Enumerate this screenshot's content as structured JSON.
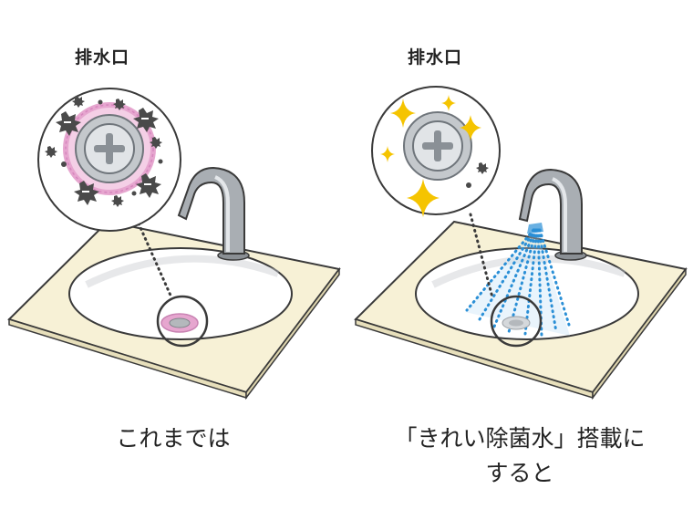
{
  "left_panel": {
    "drain_label": "排水口",
    "caption": "これまでは"
  },
  "right_panel": {
    "drain_label": "排水口",
    "caption_line1": "「きれい除菌水」搭載に",
    "caption_line2": "すると"
  },
  "colors": {
    "counter_top": "#f7f1d6",
    "outline": "#3a3a3a",
    "germ_dark": "#4a4a4a",
    "grime_pink": "#e6a6cf",
    "sparkle_yellow": "#f5c400",
    "mist_blue": "#2a8fd6",
    "faucet_silver": "#a9aeb3"
  },
  "icons": [
    "germ-icon",
    "sparkle-icon",
    "drain-cover-icon",
    "faucet-icon",
    "water-spray-icon"
  ]
}
